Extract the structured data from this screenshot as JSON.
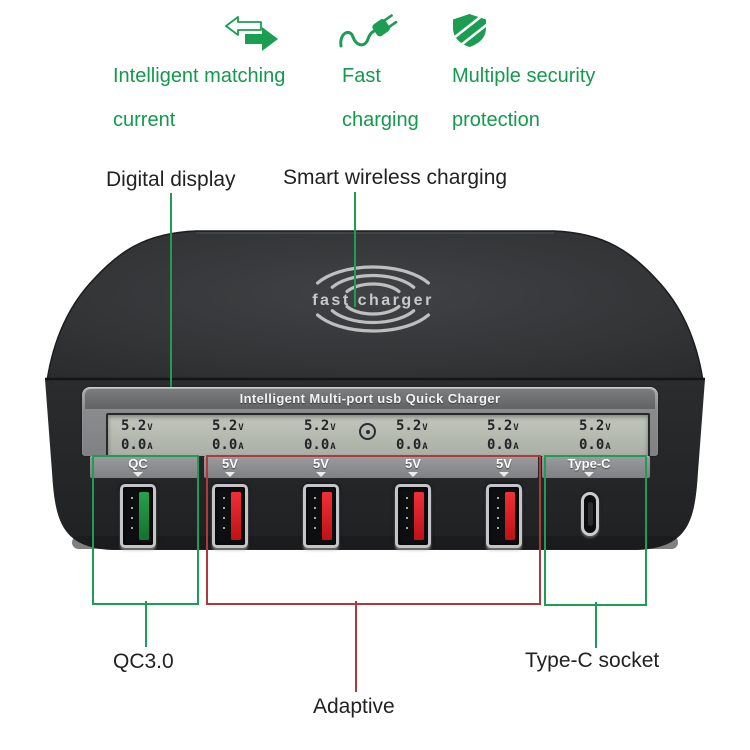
{
  "features": [
    {
      "icon": "matching-arrows-icon",
      "line1": "Intelligent matching",
      "line2": "current"
    },
    {
      "icon": "fast-charging-plug-icon",
      "line1": "Fast",
      "line2": "charging"
    },
    {
      "icon": "security-shield-icon",
      "line1": "Multiple security",
      "line2": "protection"
    }
  ],
  "callouts": {
    "digital_display": "Digital display",
    "smart_wireless_charging": "Smart wireless charging",
    "qc": "QC3.0",
    "adaptive": "Adaptive",
    "type_c": "Type-C socket"
  },
  "device": {
    "logo_text": "fast charger",
    "panel_title": "Intelligent Multi-port usb Quick Charger",
    "lcd_readouts": [
      {
        "volts": "5.2",
        "volt_unit": "V",
        "amps": "0.0",
        "amp_unit": "A"
      },
      {
        "volts": "5.2",
        "volt_unit": "V",
        "amps": "0.0",
        "amp_unit": "A"
      },
      {
        "volts": "5.2",
        "volt_unit": "V",
        "amps": "0.0",
        "amp_unit": "A"
      },
      {
        "volts": "5.2",
        "volt_unit": "V",
        "amps": "0.0",
        "amp_unit": "A"
      },
      {
        "volts": "5.2",
        "volt_unit": "V",
        "amps": "0.0",
        "amp_unit": "A"
      },
      {
        "volts": "5.2",
        "volt_unit": "V",
        "amps": "0.0",
        "amp_unit": "A"
      }
    ],
    "ports": [
      {
        "label": "QC",
        "type": "usb-a-qc"
      },
      {
        "label": "5V",
        "type": "usb-a"
      },
      {
        "label": "5V",
        "type": "usb-a"
      },
      {
        "label": "5V",
        "type": "usb-a"
      },
      {
        "label": "5V",
        "type": "usb-a"
      },
      {
        "label": "Type-C",
        "type": "usb-c"
      }
    ]
  },
  "colors": {
    "accent_green": "#1b9e52",
    "annotation_red": "#ad3a3c",
    "port_red": "#e02128",
    "port_green": "#1f9442",
    "lcd_background": "#b4bab0",
    "device_black": "#26282a",
    "panel_gray": "#8a8b8d"
  }
}
